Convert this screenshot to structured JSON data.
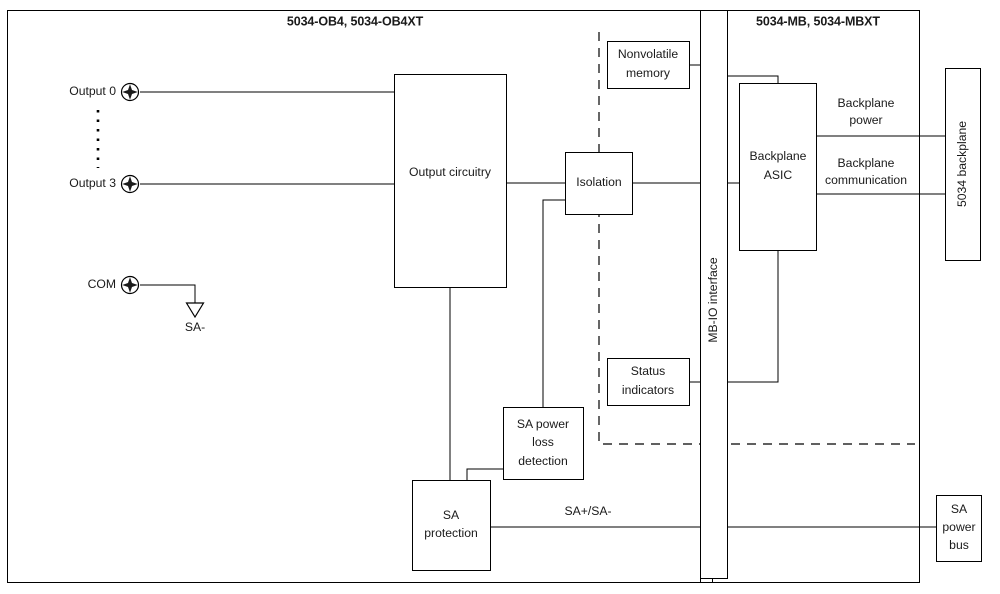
{
  "diagram": {
    "title_left": "5034-OB4, 5034-OB4XT",
    "title_right": "5034-MB, 5034-MBXT",
    "terminals": [
      {
        "label": "Output 0",
        "name": "terminal-output-0"
      },
      {
        "label": "Output 3",
        "name": "terminal-output-3"
      },
      {
        "label": "COM",
        "name": "terminal-com"
      }
    ],
    "ground_label": "SA-",
    "blocks": {
      "output_circuitry": "Output circuitry",
      "isolation": "Isolation",
      "nonvolatile_memory_line1": "Nonvolatile",
      "nonvolatile_memory_line2": "memory",
      "status_indicators_line1": "Status",
      "status_indicators_line2": "indicators",
      "sa_power_loss_line1": "SA power",
      "sa_power_loss_line2": "loss",
      "sa_power_loss_line3": "detection",
      "sa_protection_line1": "SA",
      "sa_protection_line2": "protection",
      "mb_io_interface": "MB-IO interface",
      "backplane_asic_line1": "Backplane",
      "backplane_asic_line2": "ASIC",
      "backplane_5034": "5034 backplane",
      "sa_power_bus_line1": "SA",
      "sa_power_bus_line2": "power",
      "sa_power_bus_line3": "bus"
    },
    "signal_labels": {
      "backplane_power_line1": "Backplane",
      "backplane_power_line2": "power",
      "backplane_comm_line1": "Backplane",
      "backplane_comm_line2": "communication",
      "sa_bus": "SA+/SA-"
    },
    "colors": {
      "line": "#000000",
      "text": "#1a1a1a",
      "background": "#ffffff"
    }
  }
}
